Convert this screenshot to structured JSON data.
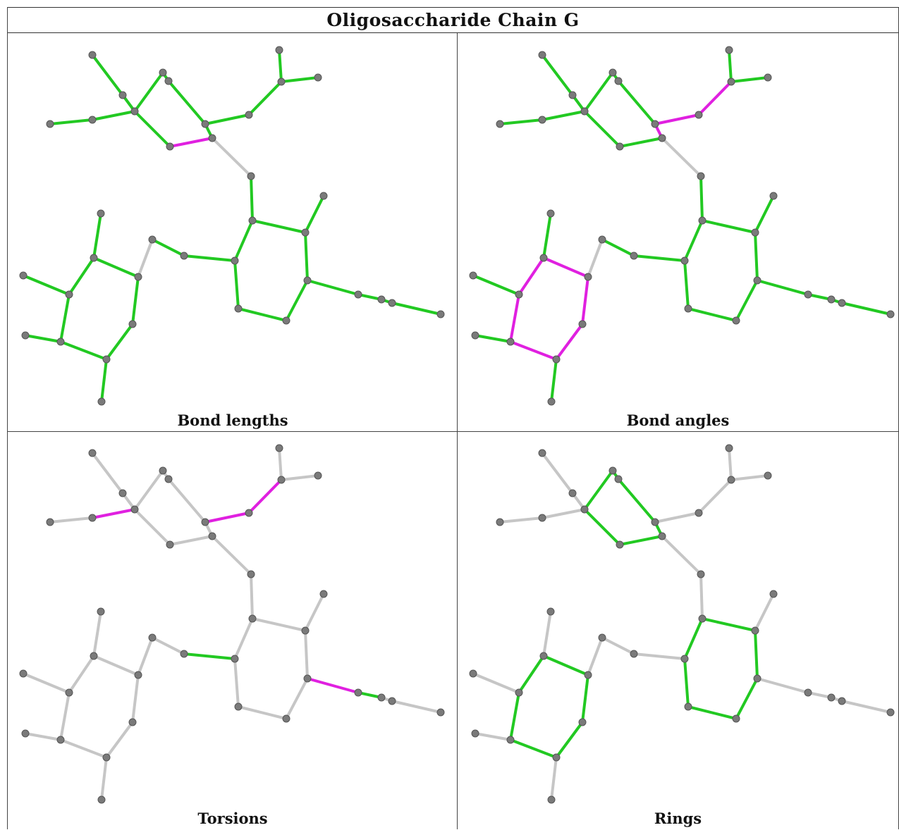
{
  "title": "Oligosaccharide Chain G",
  "colors": {
    "highlight": "#e020e0",
    "ok": "#22c922",
    "neutral": "#c6c6c6",
    "atom": "#7a7a7a"
  },
  "panels": [
    {
      "caption": "Bond lengths",
      "mode": "lengths"
    },
    {
      "caption": "Bond angles",
      "mode": "angles"
    },
    {
      "caption": "Torsions",
      "mode": "torsions"
    },
    {
      "caption": "Rings",
      "mode": "rings"
    }
  ]
}
